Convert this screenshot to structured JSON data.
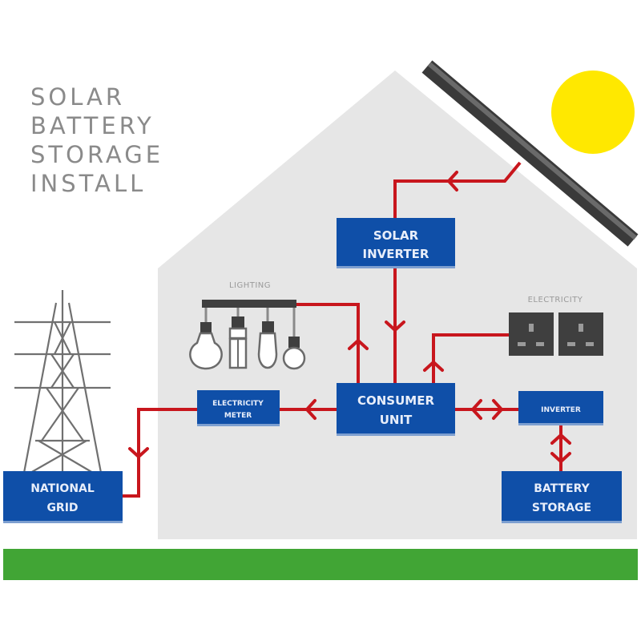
{
  "title": {
    "lines": [
      "SOLAR",
      "BATTERY",
      "STORAGE",
      "INSTALL"
    ]
  },
  "colors": {
    "box_blue": "#0f4fa8",
    "wire_red": "#c8161d",
    "house_gray": "#e6e6e6",
    "ground_green": "#41a535",
    "sun_yellow": "#ffe800",
    "panel_gray": "#4d4d4d",
    "socket_dark": "#3f3f3f"
  },
  "labels": {
    "lighting": "LIGHTING",
    "electricity": "ELECTRICITY"
  },
  "boxes": {
    "solar_inverter": [
      "SOLAR",
      "INVERTER"
    ],
    "consumer_unit": [
      "CONSUMER",
      "UNIT"
    ],
    "electricity_meter": [
      "ELECTRICITY",
      "METER"
    ],
    "inverter": [
      "INVERTER"
    ],
    "battery_storage": [
      "BATTERY",
      "STORAGE"
    ],
    "national_grid": [
      "NATIONAL",
      "GRID"
    ]
  },
  "flows": [
    {
      "from": "Solar panel",
      "to": "Solar inverter",
      "direction": "one-way"
    },
    {
      "from": "Solar inverter",
      "to": "Consumer unit",
      "direction": "one-way"
    },
    {
      "from": "Consumer unit",
      "to": "Lighting",
      "direction": "one-way"
    },
    {
      "from": "Consumer unit",
      "to": "Electricity sockets",
      "direction": "one-way"
    },
    {
      "from": "Consumer unit",
      "to": "Electricity meter",
      "direction": "one-way"
    },
    {
      "from": "Electricity meter",
      "to": "National grid",
      "direction": "one-way"
    },
    {
      "from": "Consumer unit",
      "to": "Inverter",
      "direction": "two-way"
    },
    {
      "from": "Inverter",
      "to": "Battery storage",
      "direction": "two-way"
    }
  ]
}
